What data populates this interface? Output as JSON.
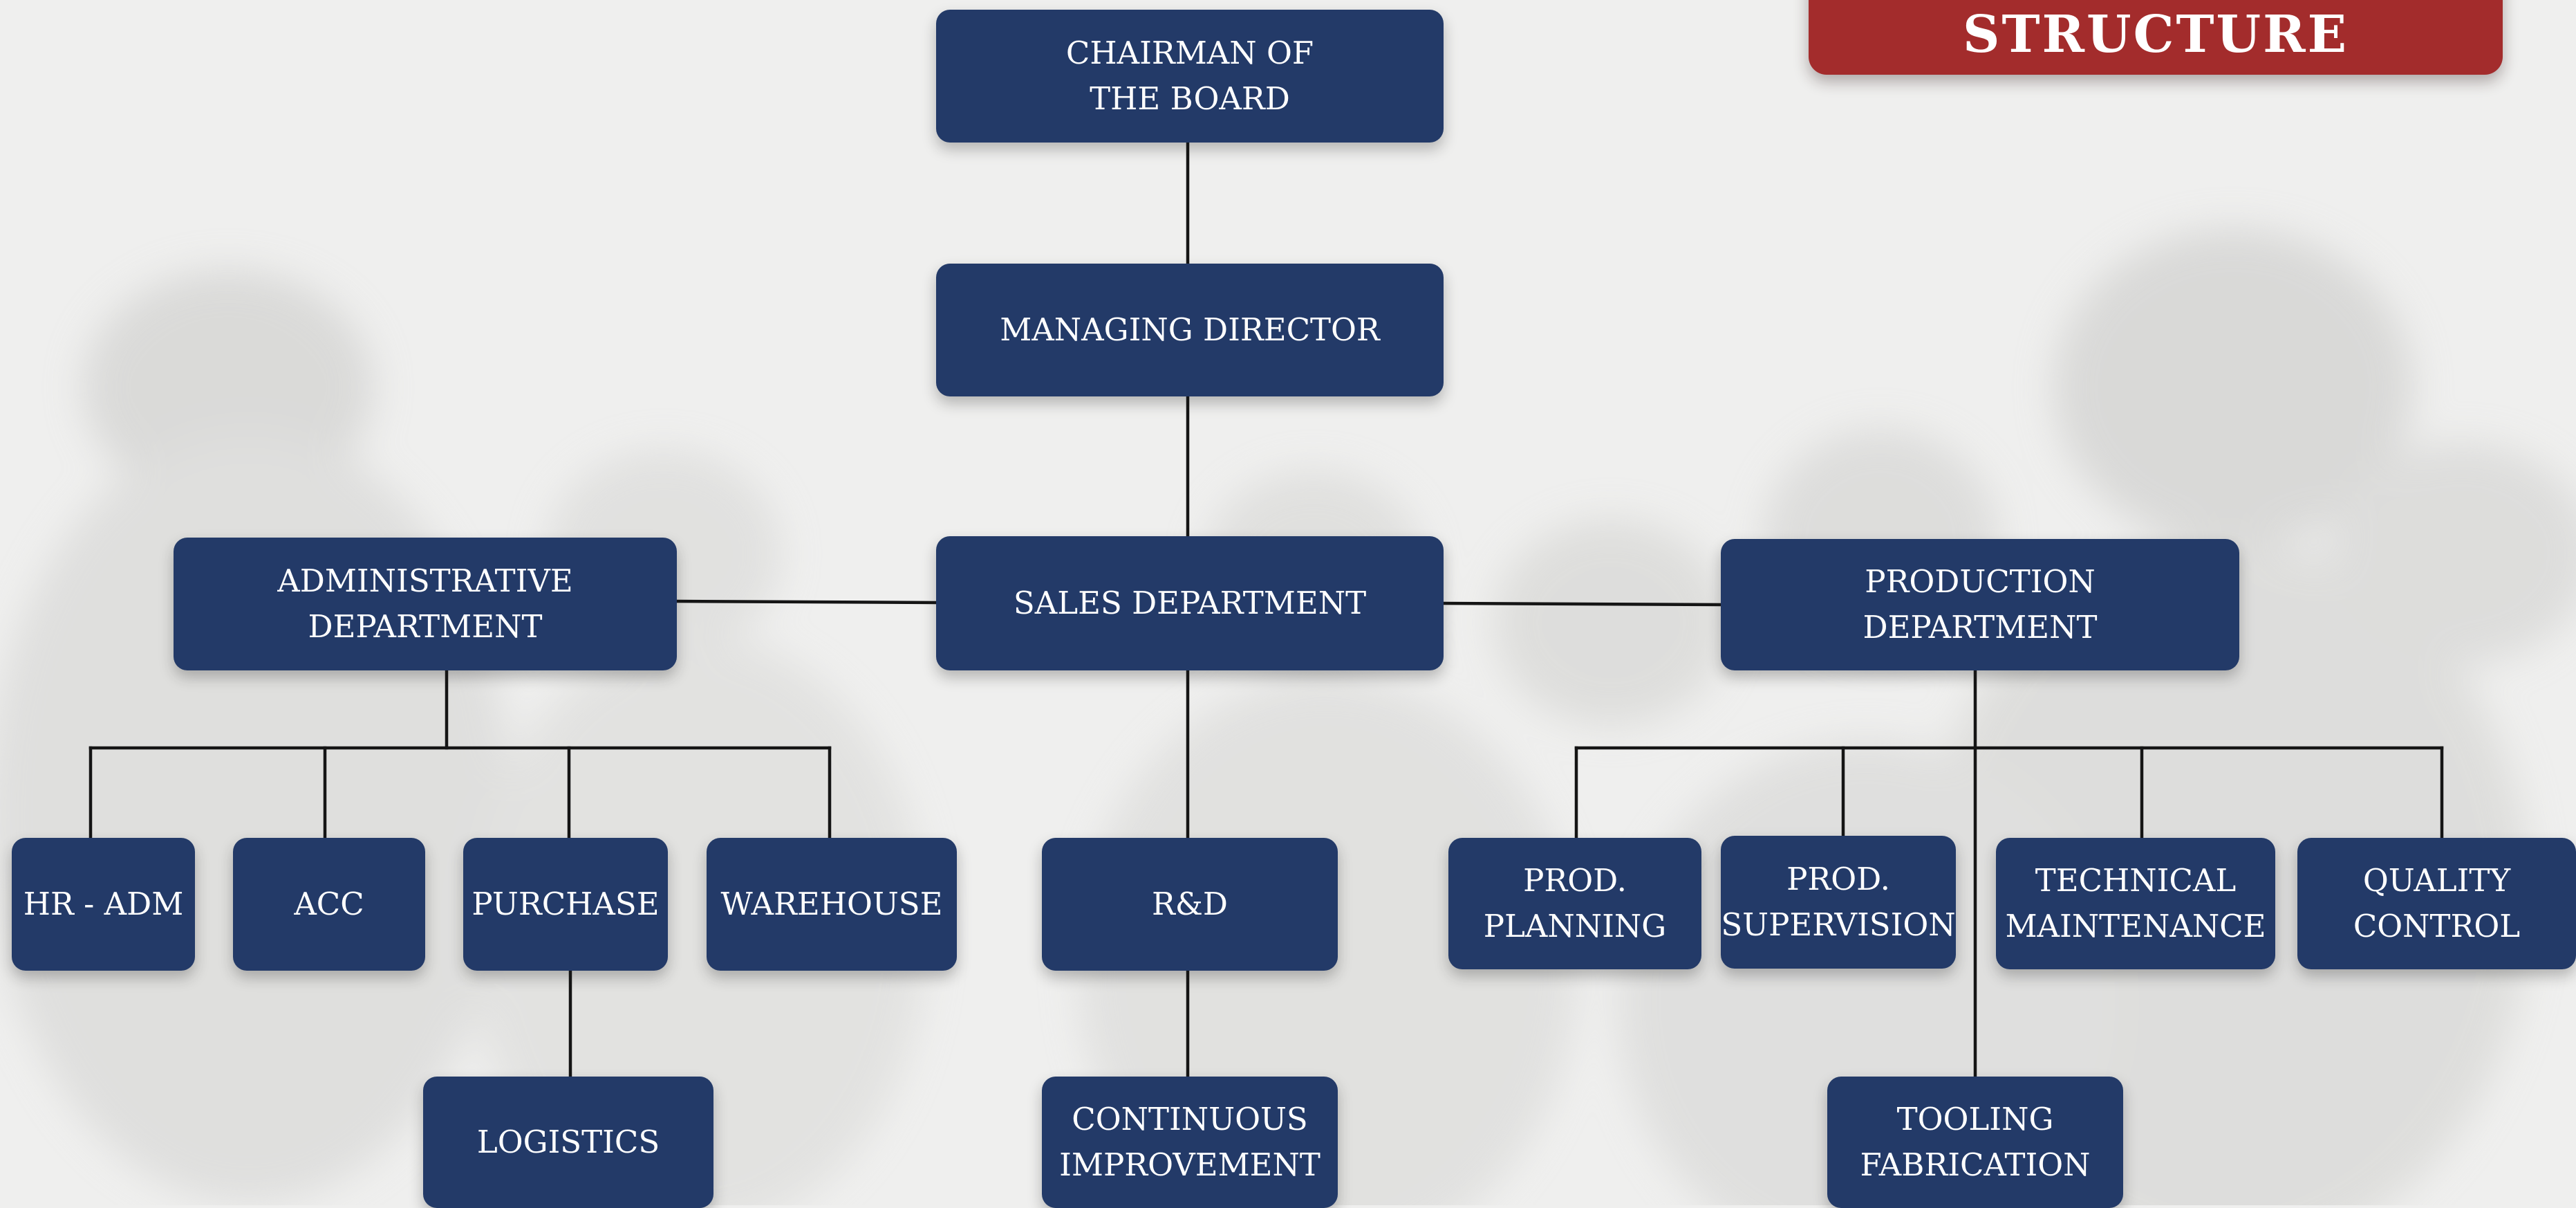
{
  "colors": {
    "background": "#efefee",
    "box_fill": "#233a68",
    "box_text": "#ffffff",
    "connector": "#151515",
    "banner_fill": "#a32c2c",
    "banner_text": "#ffffff"
  },
  "banner": {
    "title": "STRUCTURE"
  },
  "nodes": {
    "chairman": "CHAIRMAN OF\nTHE BOARD",
    "managing_director": "MANAGING DIRECTOR",
    "sales": "SALES DEPARTMENT",
    "administrative": "ADMINISTRATIVE\nDEPARTMENT",
    "production": "PRODUCTION\nDEPARTMENT",
    "hr_adm": "HR - ADM",
    "acc": "ACC",
    "purchase": "PURCHASE",
    "warehouse": "WAREHOUSE",
    "logistics": "LOGISTICS",
    "rnd": "R&D",
    "continuous_improvement": "CONTINUOUS\nIMPROVEMENT",
    "prod_planning": "PROD.\nPLANNING",
    "prod_supervision": "PROD.\nSUPERVISION",
    "technical_maintenance": "TECHNICAL\nMAINTENANCE",
    "quality_control": "QUALITY\nCONTROL",
    "tooling_fabrication": "TOOLING\nFABRICATION"
  }
}
